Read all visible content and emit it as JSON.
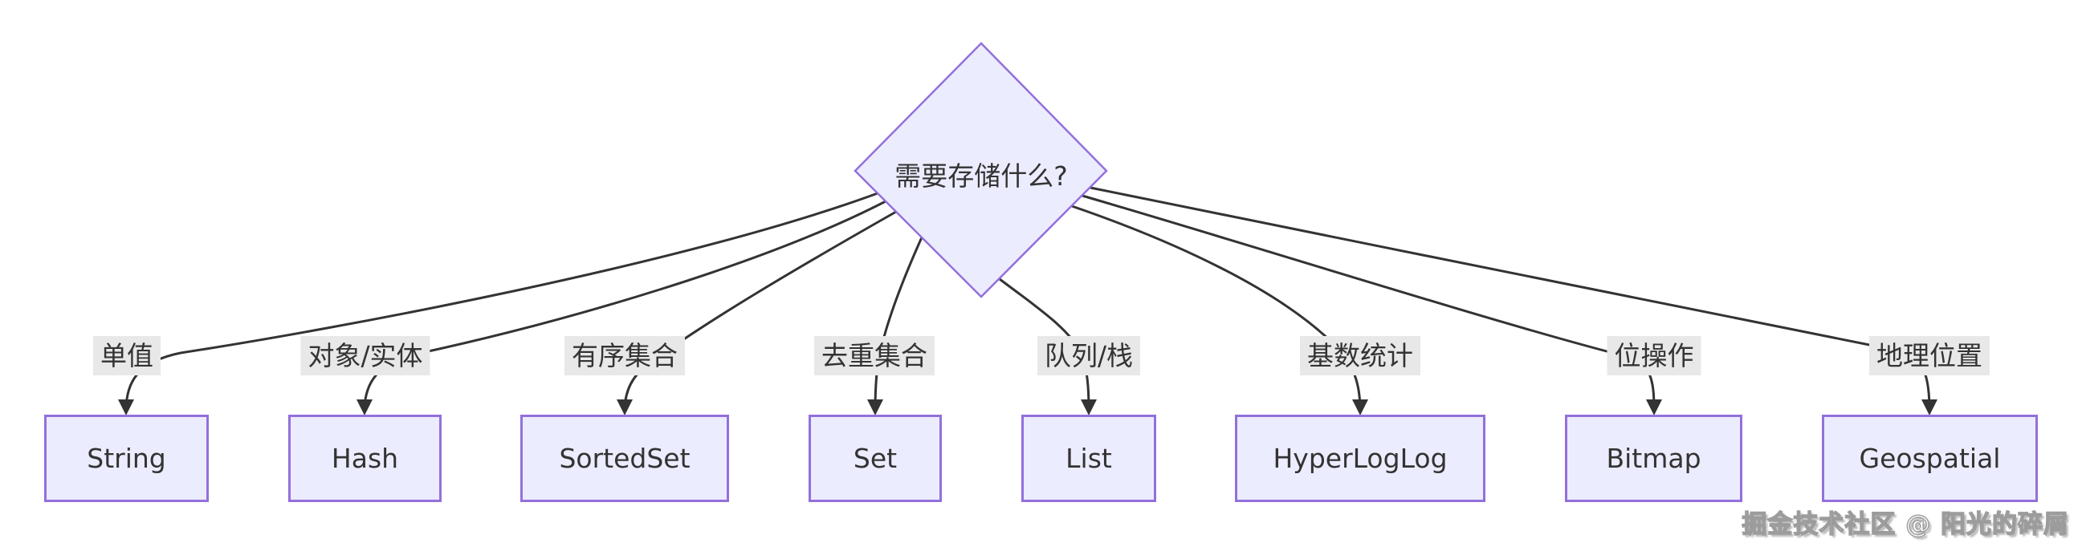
{
  "diagram": {
    "decision": {
      "label": "需要存储什么?"
    },
    "branches": [
      {
        "edge_label": "单值",
        "node": "String"
      },
      {
        "edge_label": "对象/实体",
        "node": "Hash"
      },
      {
        "edge_label": "有序集合",
        "node": "SortedSet"
      },
      {
        "edge_label": "去重集合",
        "node": "Set"
      },
      {
        "edge_label": "队列/栈",
        "node": "List"
      },
      {
        "edge_label": "基数统计",
        "node": "HyperLogLog"
      },
      {
        "edge_label": "位操作",
        "node": "Bitmap"
      },
      {
        "edge_label": "地理位置",
        "node": "Geospatial"
      }
    ],
    "watermark": "掘金技术社区 @ 阳光的碎屑",
    "colors": {
      "node_fill": "#ECECFF",
      "node_border": "#9370DB",
      "edge": "#333333",
      "edge_label_bg": "#e8e8e8",
      "text": "#333333"
    }
  }
}
